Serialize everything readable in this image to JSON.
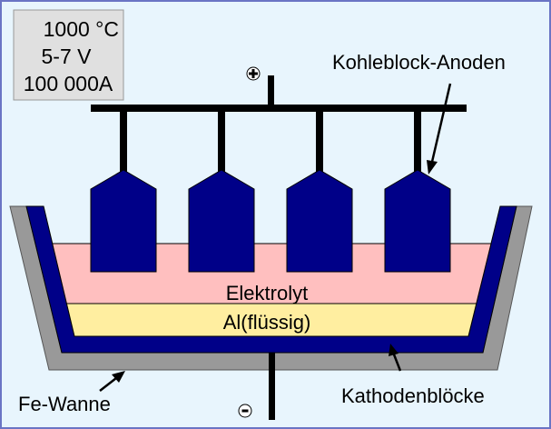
{
  "title": "Aluminium-Schmelzflusselektrolyse",
  "info_box": {
    "temperature": "1000 °C",
    "voltage": "5-7 V",
    "current": "100 000A"
  },
  "labels": {
    "anodes": "Kohleblock-Anoden",
    "electrolyte": "Elektrolyt",
    "aluminium": "Al(flüssig)",
    "cathodes": "Kathodenblöcke",
    "tank": "Fe-Wanne",
    "plus": "+",
    "minus": "-"
  },
  "colors": {
    "background": "#e8f5fd",
    "border": "#6a74c4",
    "carbon": "#000088",
    "tank": "#999999",
    "electrolyte": "#ffbfbf",
    "aluminium": "#ffeea0",
    "info_box": "#e0e0e0"
  }
}
